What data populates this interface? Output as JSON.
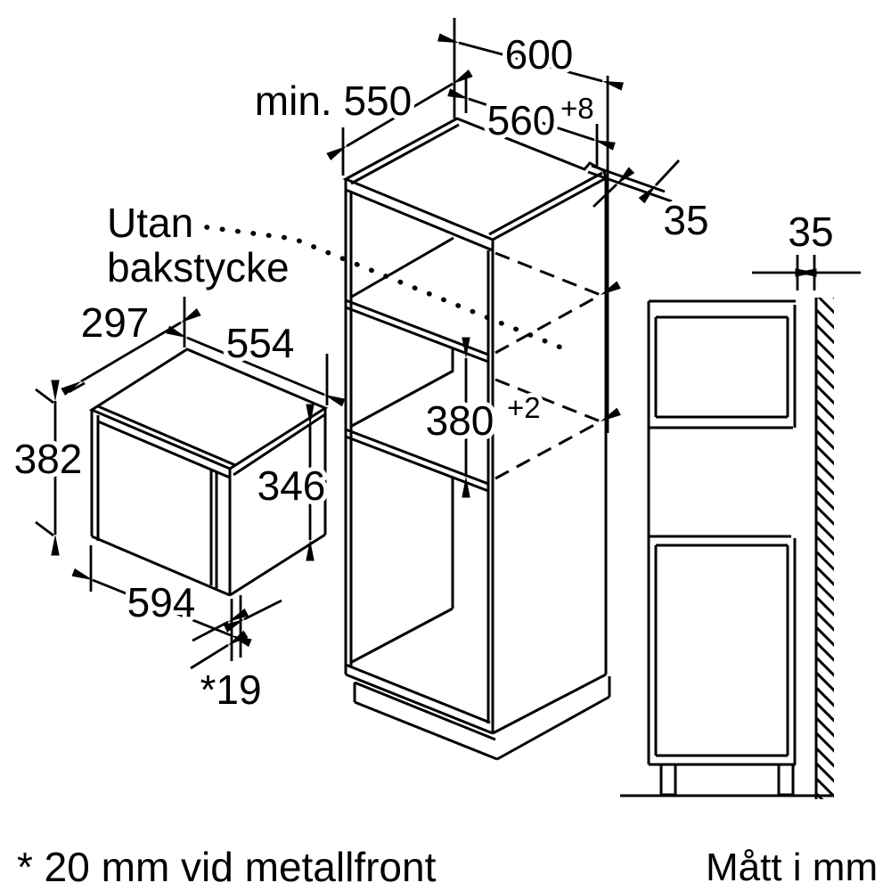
{
  "annotations": {
    "no_back_panel": [
      "Utan",
      "bakstycke"
    ],
    "footnote": "* 20 mm vid metallfront",
    "units_note": "Mått i mm"
  },
  "cabinet_dims": {
    "outer_width": "600",
    "min_depth": "min. 550",
    "niche_width": "560",
    "niche_width_tolerance": "+8",
    "niche_height": "380",
    "niche_height_tolerance": "+2",
    "top_rail_width": "35",
    "wall_clearance": "35"
  },
  "microwave_dims": {
    "depth": "297",
    "top_width": "554",
    "height": "382",
    "side_height": "346",
    "front_width": "594",
    "door_protrusion": "*19"
  }
}
